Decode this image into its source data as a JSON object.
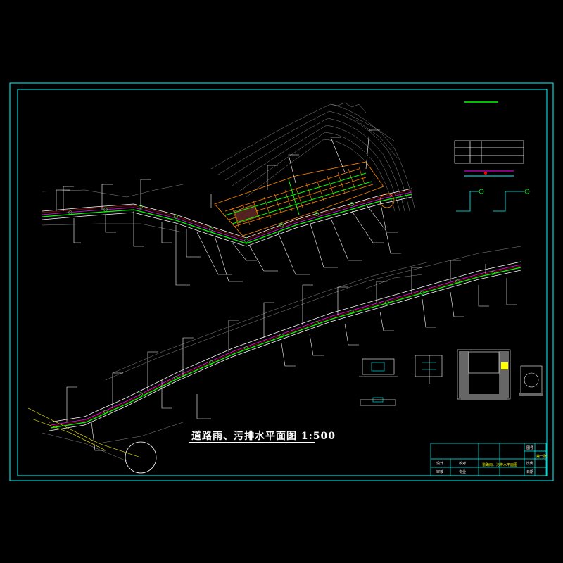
{
  "drawing": {
    "title": "道路雨、污排水平面图 1:500",
    "note": "",
    "colors": {
      "background": "#000000",
      "frame": "#00ffff",
      "storm_pipe": "#00ff00",
      "sewer_pipe": "#ff00ff",
      "road_edge": "#ffffff",
      "building": "#ff8800",
      "contour": "#888888",
      "centerline": "#ff0000",
      "annotation": "#ffffff",
      "label": "#ffff00"
    }
  },
  "details": {
    "label_1": "",
    "label_2": "",
    "label_3": "",
    "label_4": "",
    "label_5": ""
  },
  "title_block": {
    "drawing_name": "道路雨、污排水平面图",
    "sheet": "第一张",
    "cells": [
      "设计",
      "校对",
      "审核",
      "专业",
      "比例",
      "日期",
      "图号"
    ]
  }
}
